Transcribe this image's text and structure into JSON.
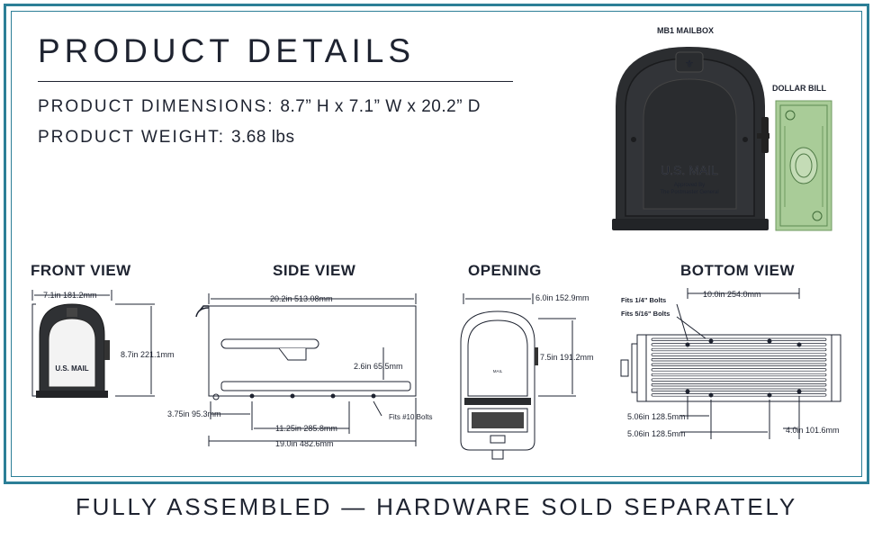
{
  "header": {
    "title": "PRODUCT DETAILS",
    "dimensions_label": "PRODUCT DIMENSIONS:",
    "dimensions_value": "8.7” H x 7.1” W x 20.2” D",
    "weight_label": "PRODUCT WEIGHT:",
    "weight_value": "3.68 lbs"
  },
  "photo": {
    "mailbox_caption": "MB1 MAILBOX",
    "bill_caption": "DOLLAR BILL",
    "door_text": "U.S. MAIL",
    "door_subtext_1": "Approved By",
    "door_subtext_2": "The Postmaster General"
  },
  "views": {
    "front": {
      "heading": "FRONT VIEW",
      "width_dim": "7.1in  181.2mm",
      "height_dim": "8.7in  221.1mm",
      "door_text": "U.S. MAIL"
    },
    "side": {
      "heading": "SIDE VIEW",
      "length_dim": "20.2in  513.08mm",
      "slot_dim": "2.6in  65.5mm",
      "edge_dim": "3.75in  95.3mm",
      "bolt_spacing_dim": "11.25in  285.8mm",
      "base_dim": "19.0in  482.6mm",
      "bolts_note": "Fits #10 Bolts"
    },
    "opening": {
      "heading": "OPENING",
      "width_dim": "6.0in  152.9mm",
      "height_dim": "7.5in  191.2mm"
    },
    "bottom": {
      "heading": "BOTTOM VIEW",
      "bolts_quarter": "Fits 1/4\" Bolts",
      "bolts_5_16": "Fits 5/16\" Bolts",
      "span_dim": "10.0in  254.0mm",
      "inner_dim_1": "5.06in  128.5mm",
      "inner_dim_2": "5.06in  128.5mm",
      "edge_dim": "4.0in  101.6mm"
    }
  },
  "footer": {
    "text": "FULLY ASSEMBLED — HARDWARE SOLD SEPARATELY"
  },
  "colors": {
    "frame": "#2c7f97",
    "ink": "#1e2330",
    "mailbox": "#2b2d30",
    "bill": "#9bc48a"
  }
}
